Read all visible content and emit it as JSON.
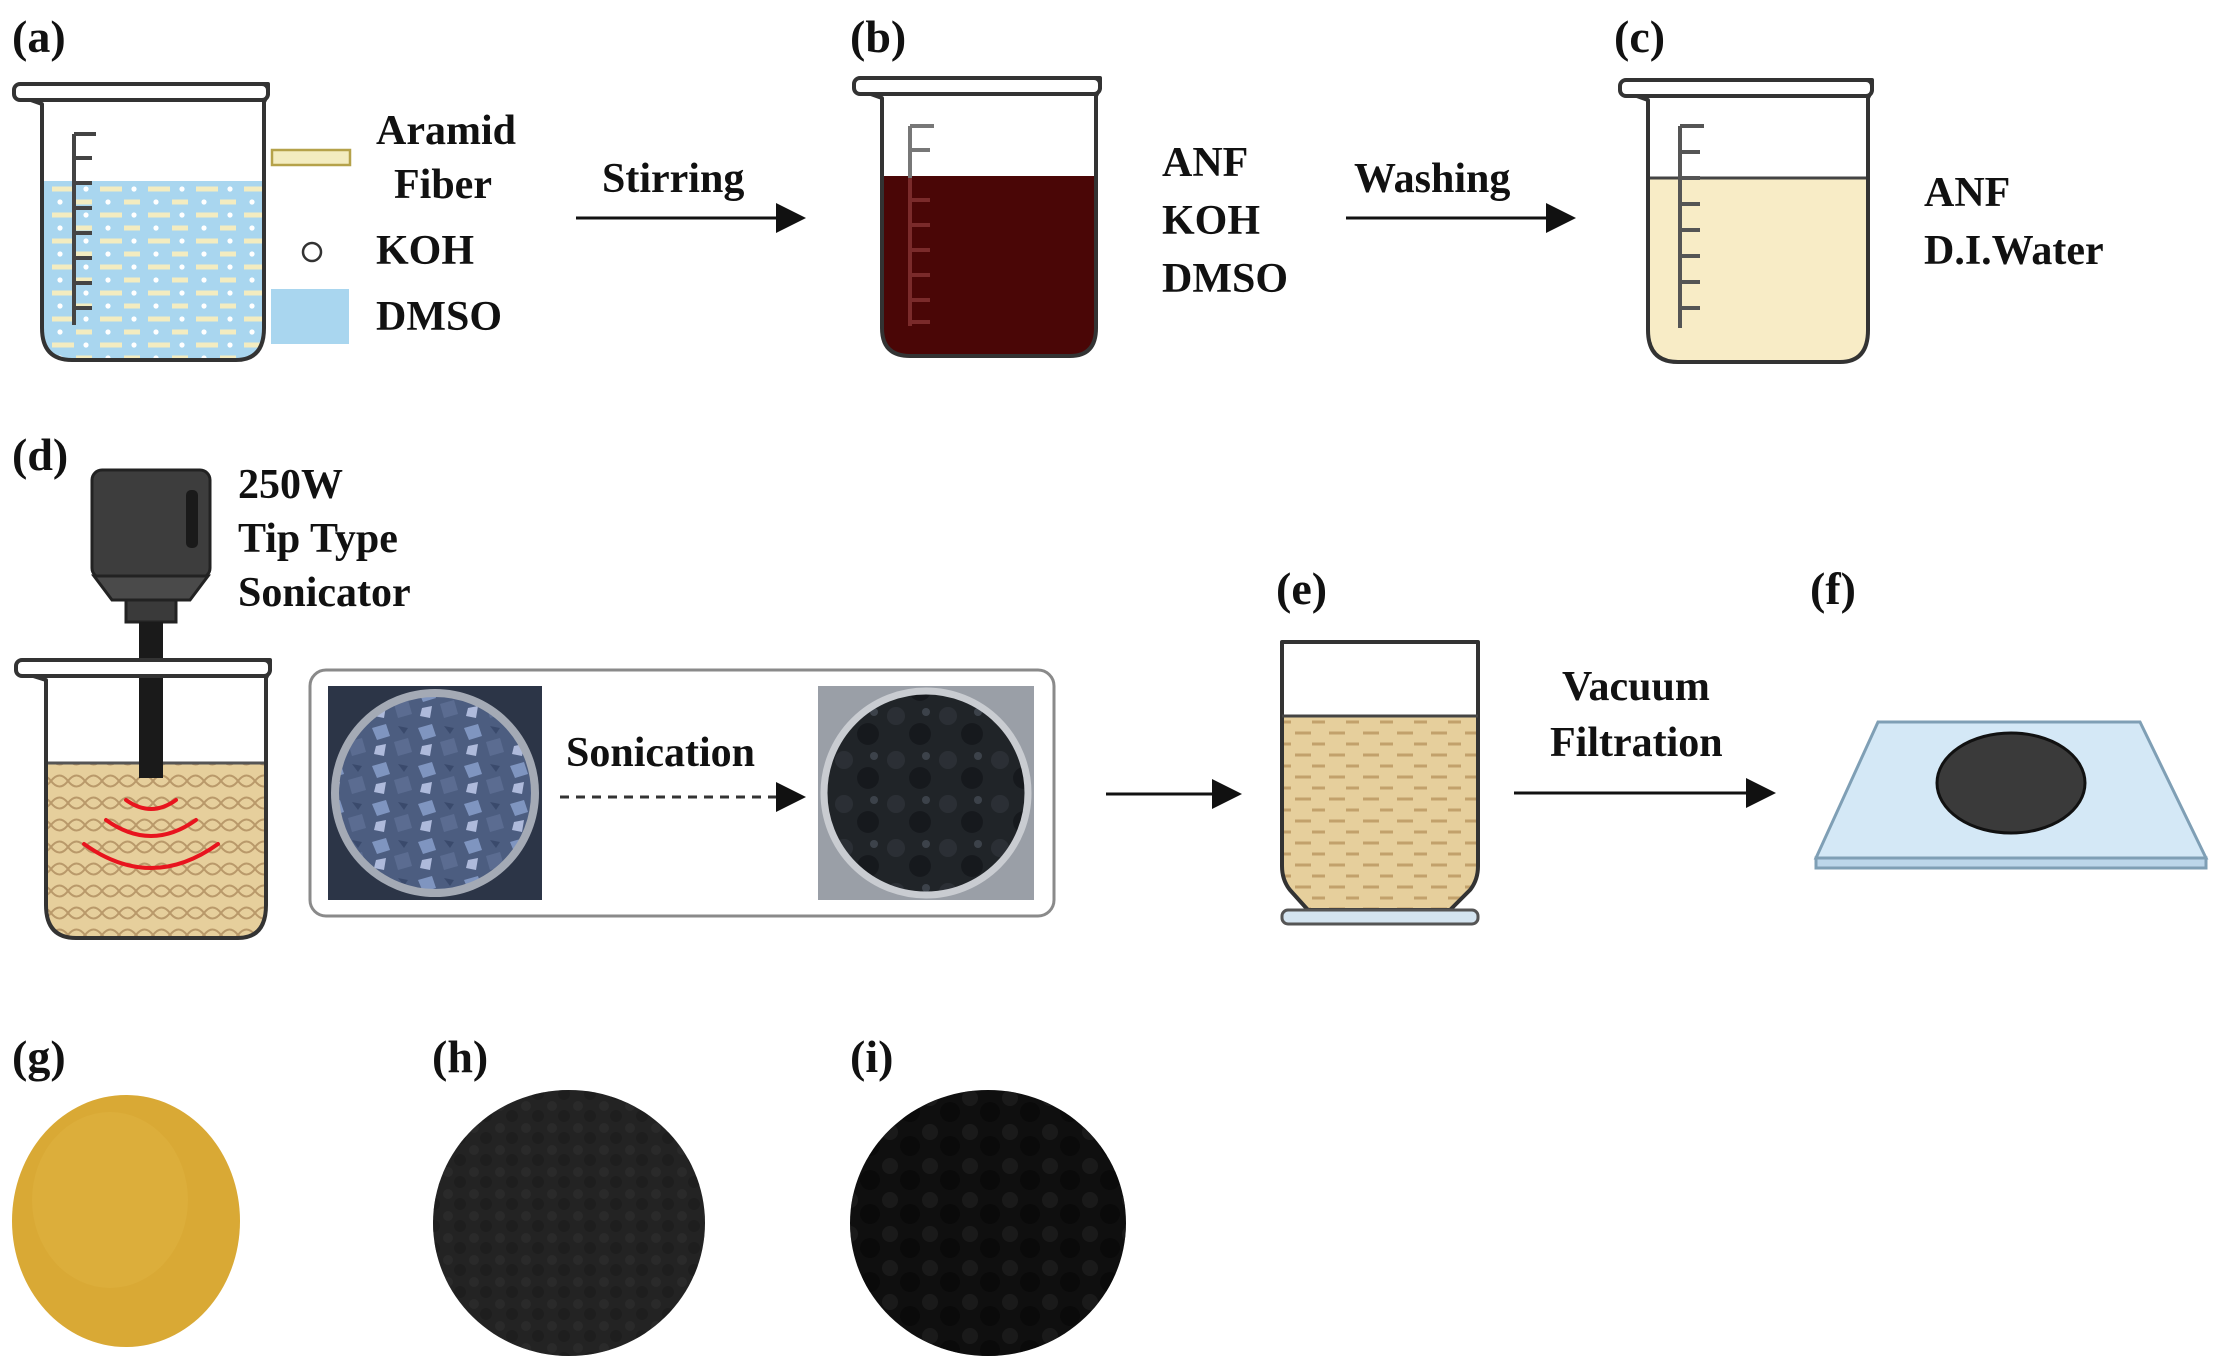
{
  "panels": {
    "a": {
      "label": "(a)",
      "legend": {
        "aramid_line1": "Aramid",
        "aramid_line2": "Fiber",
        "koh": "KOH",
        "dmso": "DMSO"
      }
    },
    "b": {
      "label": "(b)",
      "contents": [
        "ANF",
        "KOH",
        "DMSO"
      ]
    },
    "c": {
      "label": "(c)",
      "contents": [
        "ANF",
        "D.I.Water"
      ]
    },
    "d": {
      "label": "(d)",
      "sonicator": [
        "250W",
        "Tip Type",
        "Sonicator"
      ],
      "inset_step": "Sonication"
    },
    "e": {
      "label": "(e)"
    },
    "f": {
      "label": "(f)"
    },
    "g": {
      "label": "(g)"
    },
    "h": {
      "label": "(h)"
    },
    "i": {
      "label": "(i)"
    }
  },
  "steps": {
    "stirring": "Stirring",
    "washing": "Washing",
    "vacuum_line1": "Vacuum",
    "vacuum_line2": "Filtration"
  },
  "colors": {
    "dmso_blue": "#a9d6ef",
    "anf_koh_dmso": "#4a0606",
    "anf_water": "#f8ecc6",
    "dispersion": "#e6cf9c",
    "sample_g": "#d9a935",
    "sample_h": "#232323",
    "sample_i": "#0f0f0f",
    "glass_slide": "#d4e8f6"
  }
}
